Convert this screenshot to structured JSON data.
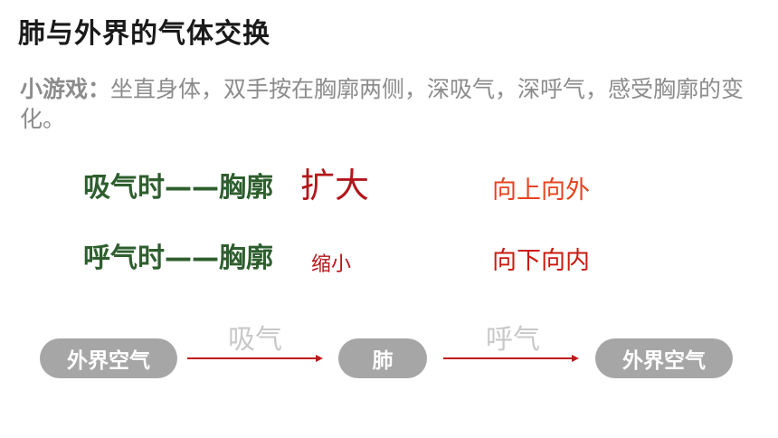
{
  "slide": {
    "title": "肺与外界的气体交换",
    "intro": {
      "lead": "小游戏：",
      "text": "坐直身体，双手按在胸廓两侧，深吸气，深呼气，感受胸廓的变化。"
    },
    "rows": [
      {
        "phase": "吸气时——胸廓",
        "change": "扩大",
        "direction": "向上向外"
      },
      {
        "phase": "呼气时——胸廓",
        "change": "缩小",
        "direction": "向下向内"
      }
    ],
    "flow": {
      "nodes": [
        "外界空气",
        "肺",
        "外界空气"
      ],
      "steps": [
        "吸气",
        "呼气"
      ]
    }
  },
  "colors": {
    "phrase": "#2e5e2e",
    "change": "#b3161b",
    "direction_up": "#e8431e",
    "direction_down": "#cc1a10",
    "pill": "#a6a6a6",
    "arrow": "#c0161c",
    "step_label": "#c8c8c8"
  }
}
